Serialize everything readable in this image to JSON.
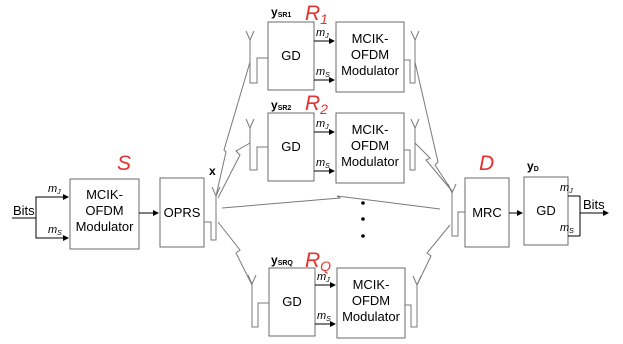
{
  "source": {
    "node_label": "S",
    "input_label": "Bits",
    "mod_label_lines": [
      "MCIK-",
      "OFDM",
      "Modulator"
    ],
    "m_j": "m",
    "m_j_sub": "J",
    "m_s": "m",
    "m_s_sub": "S",
    "oprs_label": "OPRS",
    "x_label": "x"
  },
  "relays": [
    {
      "node": "R",
      "node_sub": "1",
      "y": "y",
      "y_sub": "SR1",
      "gd": "GD",
      "mod_lines": [
        "MCIK-",
        "OFDM",
        "Modulator"
      ],
      "m_j": "m",
      "m_j_sub": "J",
      "m_s": "m",
      "m_s_sub": "S"
    },
    {
      "node": "R",
      "node_sub": "2",
      "y": "y",
      "y_sub": "SR2",
      "gd": "GD",
      "mod_lines": [
        "MCIK-",
        "OFDM",
        "Modulator"
      ],
      "m_j": "m",
      "m_j_sub": "J",
      "m_s": "m",
      "m_s_sub": "S"
    },
    {
      "node": "R",
      "node_sub": "Q",
      "y": "y",
      "y_sub": "SRQ",
      "gd": "GD",
      "mod_lines": [
        "MCIK-",
        "OFDM",
        "Modulator"
      ],
      "m_j": "m",
      "m_j_sub": "J",
      "m_s": "m",
      "m_s_sub": "S"
    }
  ],
  "destination": {
    "node_label": "D",
    "mrc_label": "MRC",
    "y_label": "y",
    "y_sub": "D",
    "gd_label": "GD",
    "m_j": "m",
    "m_j_sub": "J",
    "m_s": "m",
    "m_s_sub": "S",
    "output_label": "Bits"
  },
  "colors": {
    "node_label": "#e8312f",
    "box_border": "#6b6b6b"
  }
}
